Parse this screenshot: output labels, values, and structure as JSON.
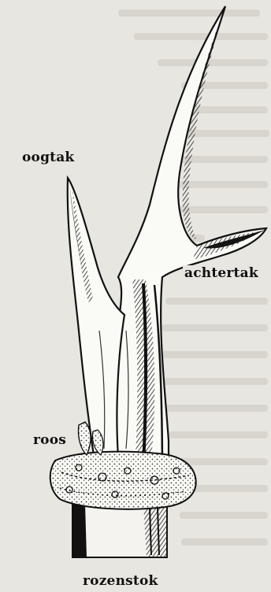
{
  "labels": {
    "oogtak": "oogtak",
    "achtertak": "achtertak",
    "roos": "roos",
    "rozenstok": "rozenstok"
  },
  "background_text": {
    "lines": [
      "...welke zal op gelden",
      "...zal aandouw en vlaster",
      "...eiliik regelinge van",
      "...samenhangende",
      "...dierse en deze",
      "...pitaire planmatig",
      "...onder dient",
      "...ode in de",
      "...er Ho",
      "...1986."
    ]
  },
  "colors": {
    "paper": "#e8e6e1",
    "ink": "#111111",
    "faded_text": "#cfccc4"
  }
}
